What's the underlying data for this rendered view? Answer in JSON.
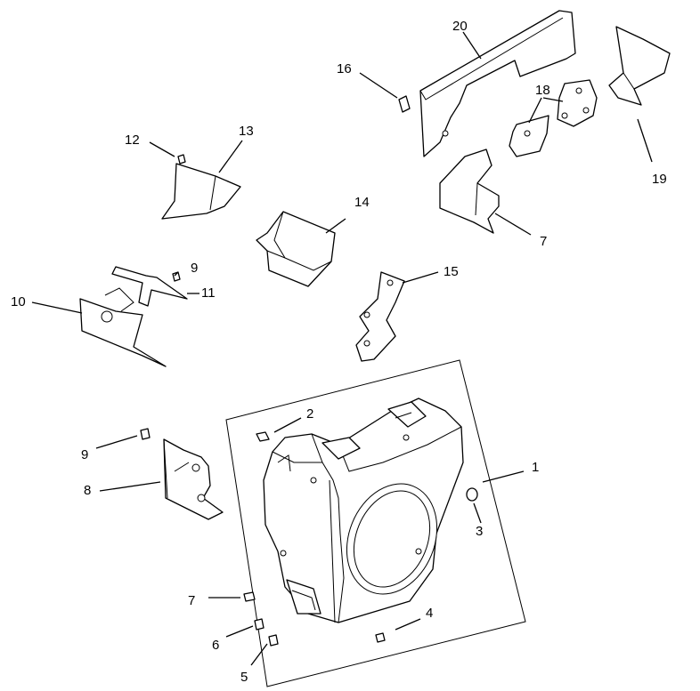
{
  "diagram": {
    "callouts": [
      {
        "id": "c1",
        "label": "1"
      },
      {
        "id": "c2",
        "label": "2"
      },
      {
        "id": "c3",
        "label": "3"
      },
      {
        "id": "c4",
        "label": "4"
      },
      {
        "id": "c5",
        "label": "5"
      },
      {
        "id": "c6",
        "label": "6"
      },
      {
        "id": "c7a",
        "label": "7"
      },
      {
        "id": "c7b",
        "label": "7"
      },
      {
        "id": "c8",
        "label": "8"
      },
      {
        "id": "c9a",
        "label": "9"
      },
      {
        "id": "c9b",
        "label": "9"
      },
      {
        "id": "c10",
        "label": "10"
      },
      {
        "id": "c11",
        "label": "11"
      },
      {
        "id": "c12",
        "label": "12"
      },
      {
        "id": "c13",
        "label": "13"
      },
      {
        "id": "c14",
        "label": "14"
      },
      {
        "id": "c15",
        "label": "15"
      },
      {
        "id": "c16",
        "label": "16"
      },
      {
        "id": "c18",
        "label": "18"
      },
      {
        "id": "c19",
        "label": "19"
      },
      {
        "id": "c20",
        "label": "20"
      }
    ]
  }
}
